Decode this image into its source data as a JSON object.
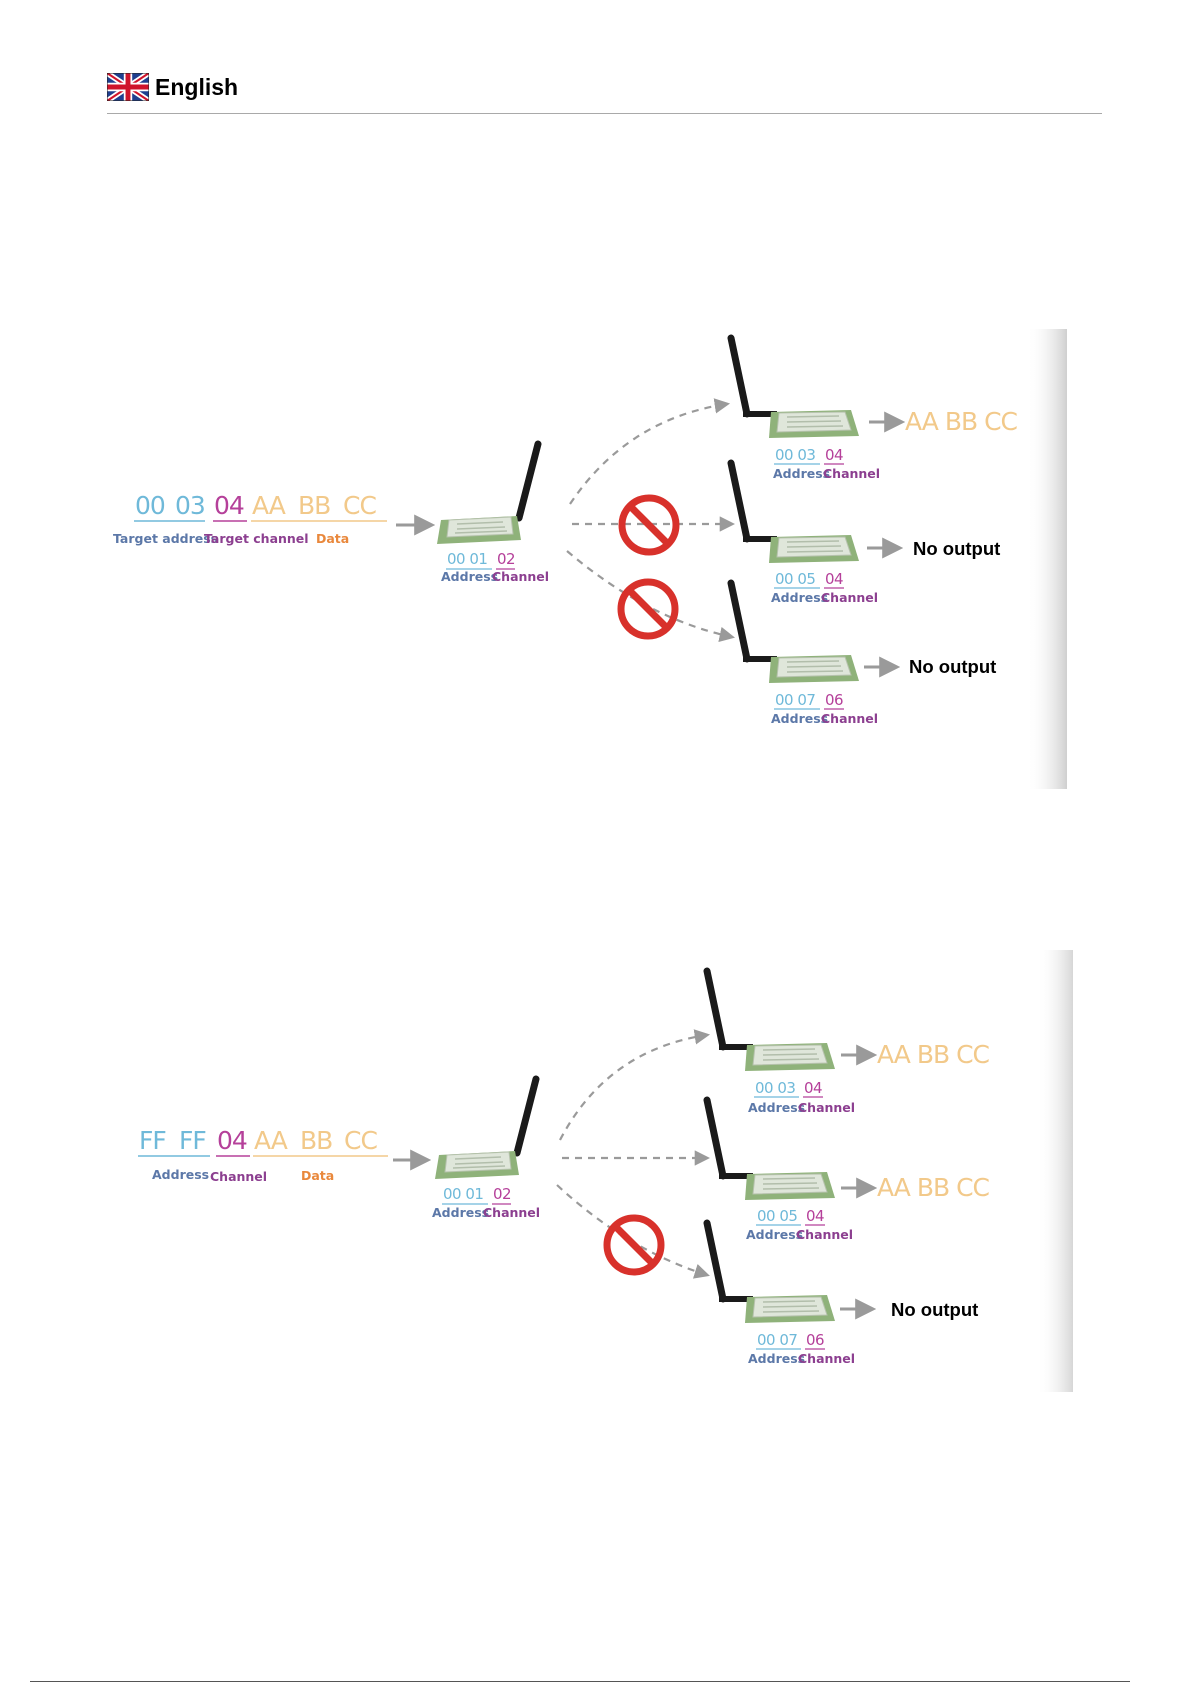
{
  "header": {
    "language": "English",
    "flag_icon": "uk-flag-icon"
  },
  "diagrams": [
    {
      "input": {
        "bytes": [
          "00",
          "03",
          "04",
          "AA",
          "BB",
          "CC"
        ],
        "labels": {
          "address": "Target address",
          "channel": "Target channel",
          "data": "Data"
        }
      },
      "sender": {
        "address": "00 01",
        "channel": "02",
        "label_address": "Address",
        "label_channel": "Channel"
      },
      "receivers": [
        {
          "address": "00 03",
          "channel": "04",
          "label_address": "Address",
          "label_channel": "Channel",
          "output": "AA BB CC",
          "blocked": false
        },
        {
          "address": "00 05",
          "channel": "04",
          "label_address": "Address",
          "label_channel": "Channel",
          "output": "No output",
          "blocked": true
        },
        {
          "address": "00 07",
          "channel": "06",
          "label_address": "Address",
          "label_channel": "Channel",
          "output": "No output",
          "blocked": true
        }
      ]
    },
    {
      "input": {
        "bytes": [
          "FF",
          "FF",
          "04",
          "AA",
          "BB",
          "CC"
        ],
        "labels": {
          "address": "Address",
          "channel": "Channel",
          "data": "Data"
        }
      },
      "sender": {
        "address": "00 01",
        "channel": "02",
        "label_address": "Address",
        "label_channel": "Channel"
      },
      "receivers": [
        {
          "address": "00 03",
          "channel": "04",
          "label_address": "Address",
          "label_channel": "Channel",
          "output": "AA BB CC",
          "blocked": false
        },
        {
          "address": "00 05",
          "channel": "04",
          "label_address": "Address",
          "label_channel": "Channel",
          "output": "AA BB CC",
          "blocked": false
        },
        {
          "address": "00 07",
          "channel": "06",
          "label_address": "Address",
          "label_channel": "Channel",
          "output": "No output",
          "blocked": true
        }
      ]
    }
  ],
  "colors": {
    "address": "#6fb9d9",
    "channel": "#b5409a",
    "data": "#f2c98a",
    "label_address": "#5c78a8",
    "label_channel": "#8c3f90",
    "label_data": "#e9883c",
    "prohibit": "#d8312b",
    "arrow": "#9a9a9a",
    "module_board": "#8fb27a"
  }
}
